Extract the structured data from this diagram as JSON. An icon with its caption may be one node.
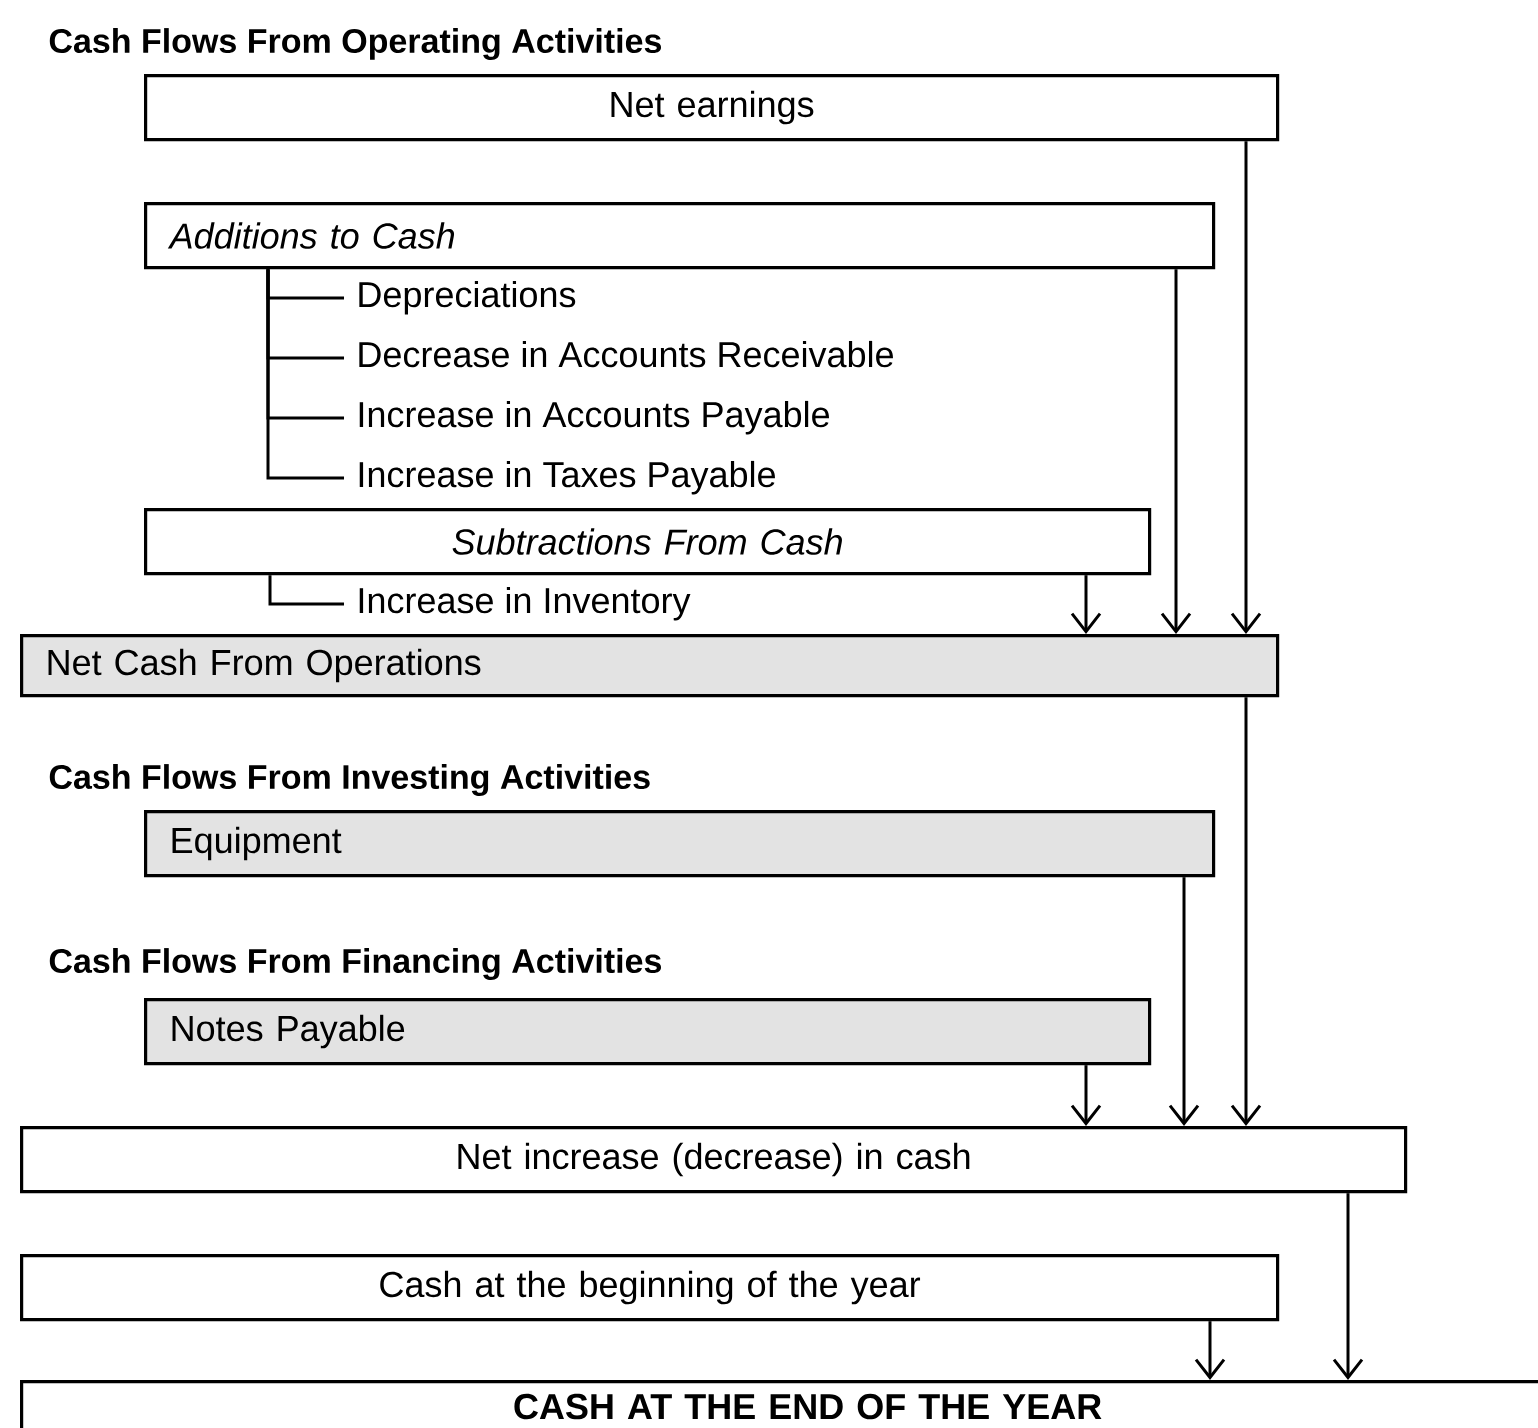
{
  "diagram": {
    "nodes": [
      {
        "text": [
          "Net earnings"
        ]
      },
      {
        "text": [
          "Additions to Cash"
        ]
      },
      {
        "text": [
          "Depreciations"
        ]
      },
      {
        "text": [
          "Decrease in Accounts Receivable"
        ]
      },
      {
        "text": [
          "Increase in Accounts Payable"
        ]
      },
      {
        "text": [
          "Increase in Taxes Payable"
        ]
      },
      {
        "text": [
          "Subtractions From Cash"
        ]
      },
      {
        "text": [
          "Increase in Inventory"
        ]
      },
      {
        "text": [
          "Net Cash From Operations"
        ]
      },
      {
        "text": [
          "Equipment"
        ]
      },
      {
        "text": [
          "Notes Payable"
        ]
      },
      {
        "text": [
          "Net increase (decrease) in cash"
        ]
      },
      {
        "text": [
          "Cash at the beginning of the year"
        ]
      },
      {
        "text": [
          "CASH AT THE END OF THE YEAR"
        ]
      }
    ],
    "edges": [
      {
        "from": 1,
        "to": 2,
        "arrow": "none"
      },
      {
        "from": 1,
        "to": 3,
        "arrow": "none"
      },
      {
        "from": 1,
        "to": 4,
        "arrow": "none"
      },
      {
        "from": 1,
        "to": 5,
        "arrow": "none"
      },
      {
        "from": 6,
        "to": 7,
        "arrow": "none"
      },
      {
        "from": 6,
        "to": 8,
        "arrow": "to"
      },
      {
        "from": 1,
        "to": 8,
        "arrow": "to"
      },
      {
        "from": 0,
        "to": 8,
        "arrow": "to"
      },
      {
        "from": 10,
        "to": 11,
        "arrow": "to"
      },
      {
        "from": 9,
        "to": 11,
        "arrow": "to"
      },
      {
        "from": 8,
        "to": 11,
        "arrow": "to"
      },
      {
        "from": 12,
        "to": 13,
        "arrow": "to"
      },
      {
        "from": 11,
        "to": 13,
        "arrow": "to"
      }
    ],
    "labels": [
      "Cash Flows From Operating Activities",
      "Cash Flows From Investing Activities",
      "Cash Flows From Financing Activities"
    ]
  }
}
